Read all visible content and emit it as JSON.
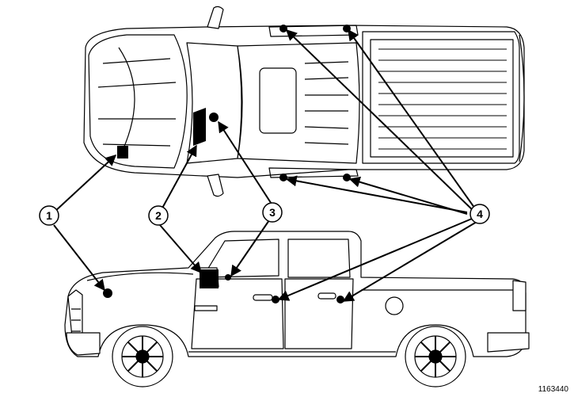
{
  "callouts": [
    {
      "number": "1"
    },
    {
      "number": "2"
    },
    {
      "number": "3"
    },
    {
      "number": "4"
    }
  ],
  "document_id": "1163440",
  "colors": {
    "line": "#000000",
    "fill": "#ffffff",
    "label_fill": "#000000"
  }
}
